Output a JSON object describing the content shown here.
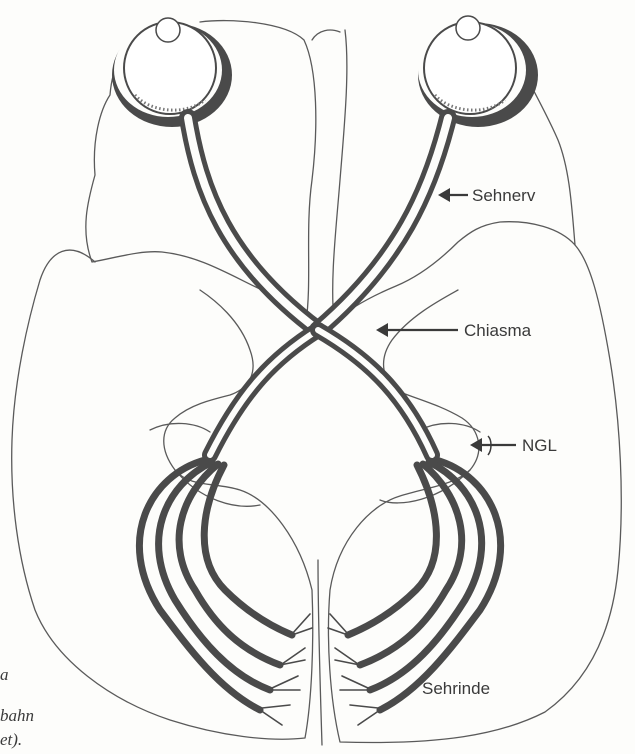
{
  "labels": {
    "optic_nerve": "Sehnerv",
    "chiasm": "Chiasma",
    "lgn": "NGL",
    "cortex": "Sehrinde"
  },
  "caption_fragments": [
    "a",
    "bahn",
    "et)."
  ]
}
